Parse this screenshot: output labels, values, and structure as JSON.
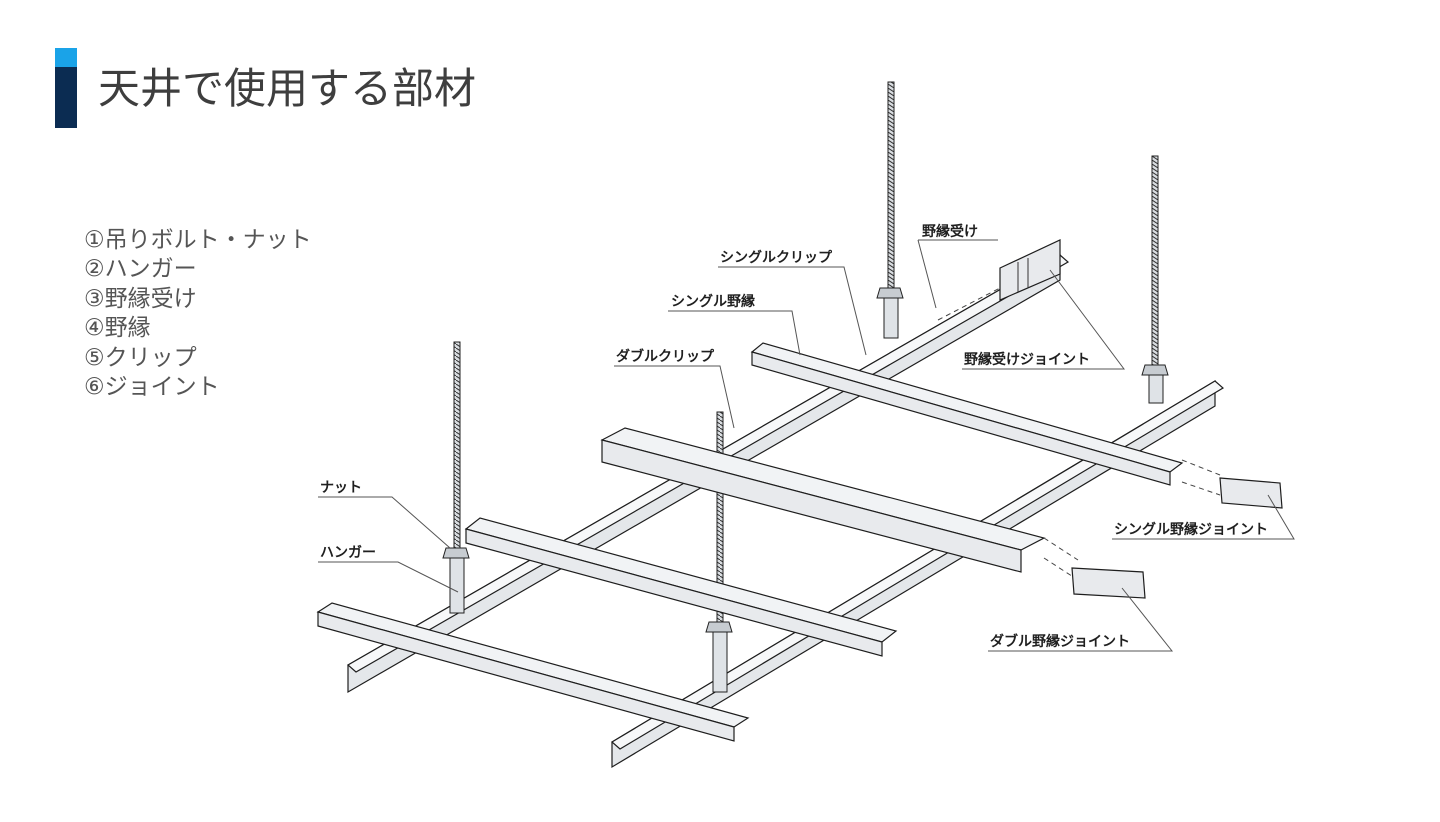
{
  "title": "天井で使用する部材",
  "legend": [
    "①吊りボルト・ナット",
    "②ハンガー",
    "③野縁受け",
    "④野縁",
    "⑤クリップ",
    "⑥ジョイント"
  ],
  "callouts": {
    "nut": "ナット",
    "hanger": "ハンガー",
    "double_clip": "ダブルクリップ",
    "single_nobuchi": "シングル野縁",
    "single_clip": "シングルクリップ",
    "nobuchi_uke": "野縁受け",
    "nobuchi_uke_joint": "野縁受けジョイント",
    "single_nobuchi_joint": "シングル野縁ジョイント",
    "double_nobuchi_joint": "ダブル野縁ジョイント"
  },
  "colors": {
    "accent_light": "#1aa3e8",
    "accent_dark": "#0b2c52",
    "title_text": "#3e3e3e",
    "legend_text": "#555555"
  }
}
